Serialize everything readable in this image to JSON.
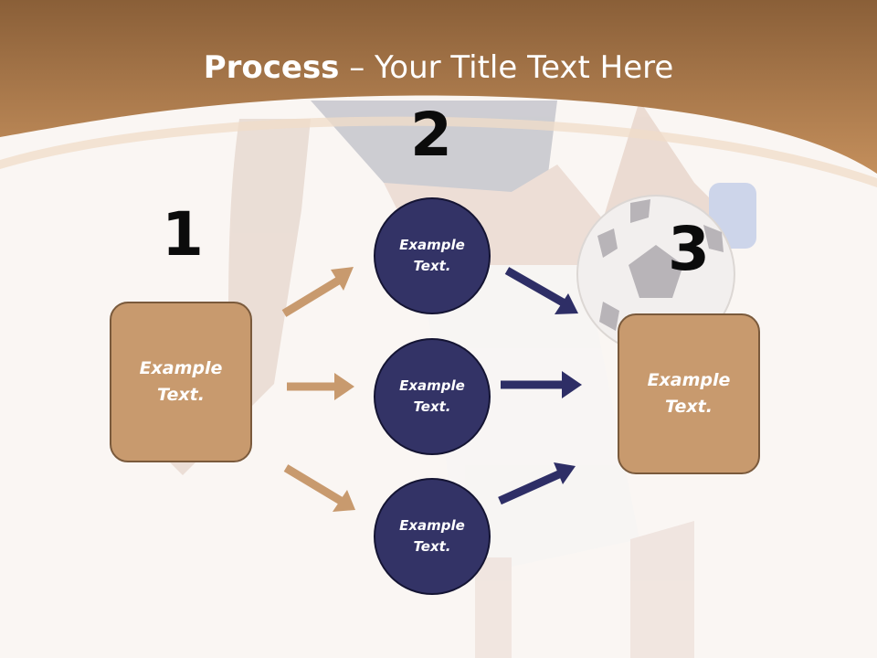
{
  "title": {
    "bold": "Process",
    "rest": " – Your Title Text Here"
  },
  "steps": {
    "one": "1",
    "two": "2",
    "three": "3"
  },
  "boxes": {
    "left": {
      "line1": "Example",
      "line2": "Text."
    },
    "right": {
      "line1": "Example",
      "line2": "Text."
    }
  },
  "circles": [
    {
      "line1": "Example",
      "line2": "Text."
    },
    {
      "line1": "Example",
      "line2": "Text."
    },
    {
      "line1": "Example",
      "line2": "Text."
    }
  ],
  "colors": {
    "header": "#b98250",
    "box": "#c89a6e",
    "circle": "#333366",
    "tan_arrow": "#c89a6e",
    "navy_arrow": "#2e2e66"
  }
}
